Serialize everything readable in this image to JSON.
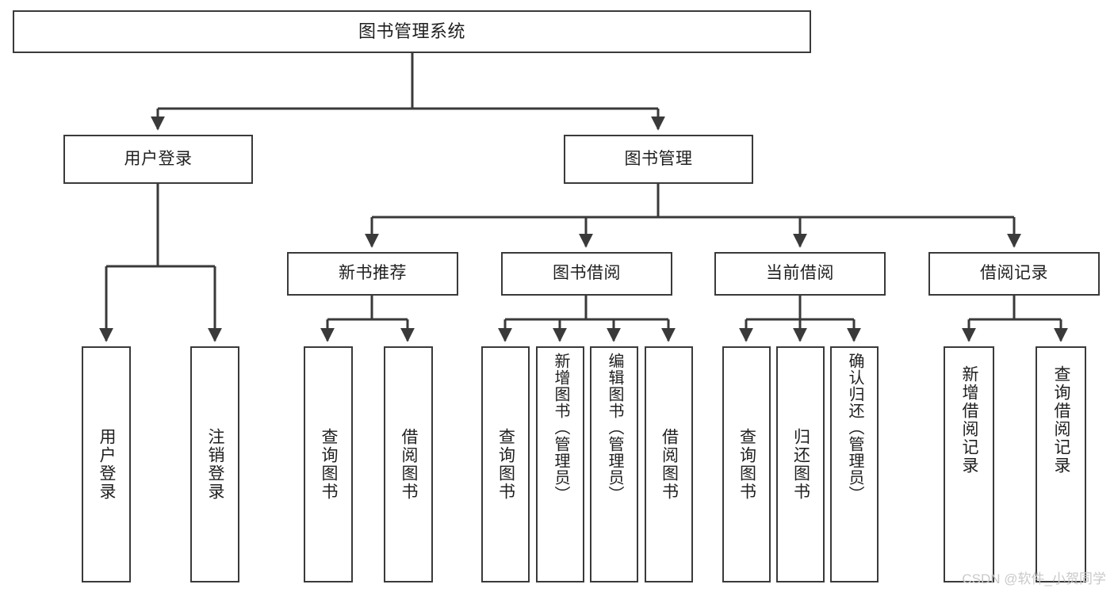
{
  "diagram": {
    "type": "tree-hierarchy-chart",
    "title": "图书管理系统",
    "background_color": "#ffffff",
    "line_color": "#3a3a3a",
    "text_color": "#1f1f1f",
    "watermark": "CSDN @软件_小贺同学"
  },
  "root": {
    "label": "图书管理系统"
  },
  "level2": [
    {
      "label": "用户登录"
    },
    {
      "label": "图书管理"
    }
  ],
  "level3": [
    {
      "label": "新书推荐"
    },
    {
      "label": "图书借阅"
    },
    {
      "label": "当前借阅"
    },
    {
      "label": "借阅记录"
    }
  ],
  "leaves": {
    "user_login": [
      {
        "label": "用户登录"
      },
      {
        "label": "注销登录"
      }
    ],
    "new_book": [
      {
        "label": "查询图书"
      },
      {
        "label": "借阅图书"
      }
    ],
    "book_borrow": [
      {
        "label": "查询图书"
      },
      {
        "label": "新增图书（管理员）"
      },
      {
        "label": "编辑图书（管理员）"
      },
      {
        "label": "借阅图书"
      }
    ],
    "current_borrow": [
      {
        "label": "查询图书"
      },
      {
        "label": "归还图书"
      },
      {
        "label": "确认归还（管理员）"
      }
    ],
    "borrow_record": [
      {
        "label": "新增借阅记录"
      },
      {
        "label": "查询借阅记录"
      }
    ]
  }
}
